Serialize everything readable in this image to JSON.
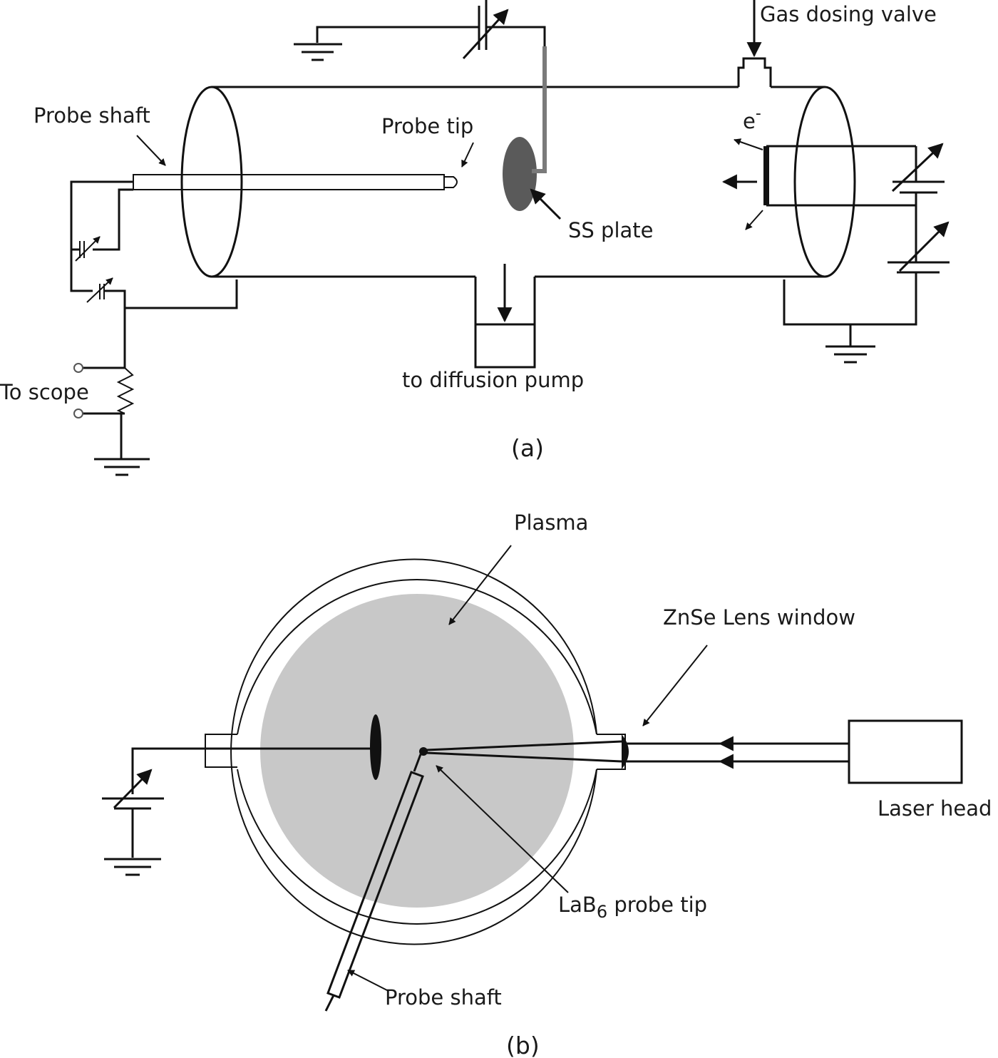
{
  "figure": {
    "panel_a": {
      "caption": "(a)",
      "labels": {
        "gas_dosing_valve": "Gas dosing valve",
        "probe_shaft": "Probe shaft",
        "probe_tip": "Probe tip",
        "electron": "e",
        "electron_sup": "-",
        "ss_plate": "SS plate",
        "to_scope": "To scope",
        "to_diffusion_pump": "to diffusion pump"
      }
    },
    "panel_b": {
      "caption": "(b)",
      "labels": {
        "plasma": "Plasma",
        "znse_lens_window": "ZnSe Lens window",
        "laser_head": "Laser head",
        "lab6_prefix": "LaB",
        "lab6_sub": "6",
        "lab6_suffix": " probe tip",
        "probe_shaft": "Probe shaft"
      }
    },
    "colors": {
      "line": "#111111",
      "plasma_fill": "#c8c8c8",
      "plate_fill": "#5a5a5a",
      "gray_wire": "#7a7a7a"
    }
  }
}
